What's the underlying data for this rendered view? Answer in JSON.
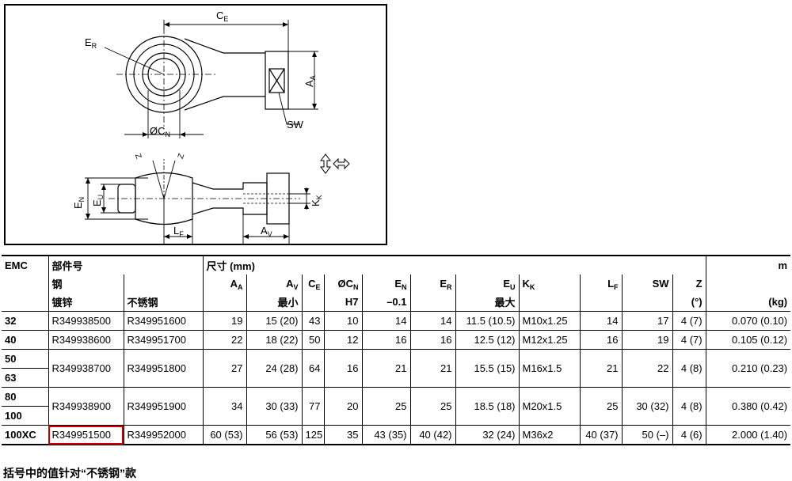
{
  "drawing": {
    "labels": {
      "ce": "C",
      "ce_sub": "E",
      "er": "E",
      "er_sub": "R",
      "aa": "A",
      "aa_sub": "A",
      "sw": "SW",
      "cn": "ØC",
      "cn_sub": "N",
      "en": "E",
      "en_sub": "N",
      "eu": "E",
      "eu_sub": "U",
      "kk": "K",
      "kk_sub": "K",
      "lf": "L",
      "lf_sub": "F",
      "av": "A",
      "av_sub": "V",
      "z1": "Z",
      "z2": "Z"
    }
  },
  "table": {
    "h_emc": "EMC",
    "h_part": "部件号",
    "h_dim": "尺寸 (mm)",
    "h_m": "m",
    "h_steel": "钢",
    "h_zinc": "镀锌",
    "h_stainless": "不锈钢",
    "h_aa": "A",
    "h_aa_sub": "A",
    "h_av": "A",
    "h_av_sub": "V",
    "h_av_note": "最小",
    "h_ce": "C",
    "h_ce_sub": "E",
    "h_cn": "ØC",
    "h_cn_sub": "N",
    "h_cn_note": "H7",
    "h_en": "E",
    "h_en_sub": "N",
    "h_en_note": "–0.1",
    "h_er": "E",
    "h_er_sub": "R",
    "h_eu": "E",
    "h_eu_sub": "U",
    "h_eu_note": "最大",
    "h_kk": "K",
    "h_kk_sub": "K",
    "h_lf": "L",
    "h_lf_sub": "F",
    "h_sw": "SW",
    "h_z": "Z",
    "h_z_note": "(°)",
    "h_kg": "(kg)",
    "rows": [
      {
        "emc": "32",
        "zinc": "R349938500",
        "stainless": "R349951600",
        "aa": "19",
        "av": "15 (20)",
        "ce": "43",
        "cn": "10",
        "en": "14",
        "er": "14",
        "eu": "11.5 (10.5)",
        "kk": "M10x1.25",
        "lf": "14",
        "sw": "17",
        "z": "4 (7)",
        "m": "0.070 (0.10)"
      },
      {
        "emc": "40",
        "zinc": "R349938600",
        "stainless": "R349951700",
        "aa": "22",
        "av": "18 (22)",
        "ce": "50",
        "cn": "12",
        "en": "16",
        "er": "16",
        "eu": "12.5 (12)",
        "kk": "M12x1.25",
        "lf": "16",
        "sw": "19",
        "z": "4 (7)",
        "m": "0.105 (0.12)"
      },
      {
        "emc": "50",
        "emc2": "63",
        "zinc": "R349938700",
        "stainless": "R349951800",
        "aa": "27",
        "av": "24 (28)",
        "ce": "64",
        "cn": "16",
        "en": "21",
        "er": "21",
        "eu": "15.5 (15)",
        "kk": "M16x1.5",
        "lf": "21",
        "sw": "22",
        "z": "4 (8)",
        "m": "0.210 (0.23)"
      },
      {
        "emc": "80",
        "emc2": "100",
        "zinc": "R349938900",
        "stainless": "R349951900",
        "aa": "34",
        "av": "30 (33)",
        "ce": "77",
        "cn": "20",
        "en": "25",
        "er": "25",
        "eu": "18.5 (18)",
        "kk": "M20x1.5",
        "lf": "25",
        "sw": "30 (32)",
        "z": "4 (8)",
        "m": "0.380 (0.42)"
      },
      {
        "emc": "100XC",
        "zinc": "R349951500",
        "stainless": "R349952000",
        "aa": "60 (53)",
        "av": "56 (53)",
        "ce": "125",
        "cn": "35",
        "en": "43 (35)",
        "er": "40 (42)",
        "eu": "32 (24)",
        "kk": "M36x2",
        "lf": "40 (37)",
        "sw": "50 (–)",
        "z": "4 (6)",
        "m": "2.000 (1.40)"
      }
    ]
  },
  "footnote": "括号中的值针对“不锈钢”款",
  "highlight_color": "#d10000"
}
